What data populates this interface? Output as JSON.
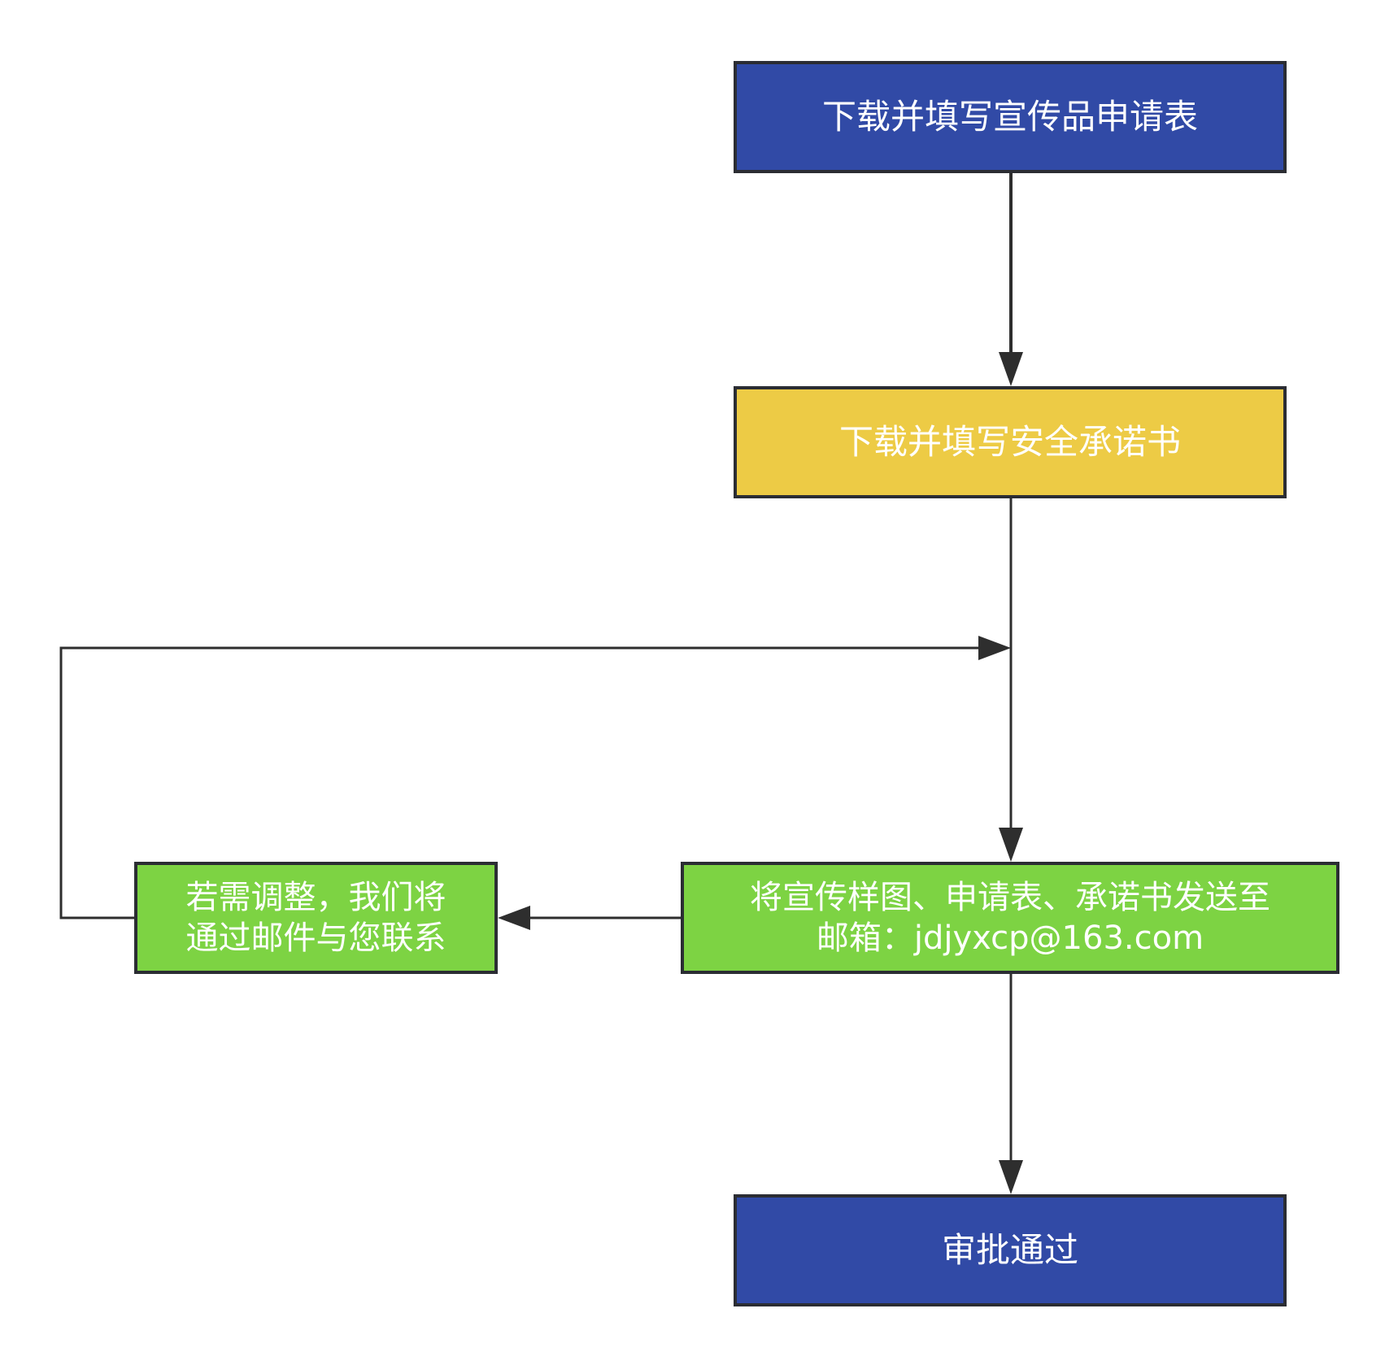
{
  "colors": {
    "dark_blue": "#314aa6",
    "yellow": "#edcb45",
    "green": "#7dd343",
    "border": "#2b2d33",
    "connector": "#2e2e2e",
    "text": "#ffffff"
  },
  "nodes": {
    "apply_form": {
      "label": "下载并填写宣传品申请表"
    },
    "safety_pledge": {
      "label": "下载并填写安全承诺书"
    },
    "send_email": {
      "line1": "将宣传样图、申请表、承诺书发送至",
      "line2": "邮箱：jdjyxcp@163.com"
    },
    "adjust_contact": {
      "line1": "若需调整，我们将",
      "line2": "通过邮件与您联系"
    },
    "approved": {
      "label": "审批通过"
    }
  }
}
